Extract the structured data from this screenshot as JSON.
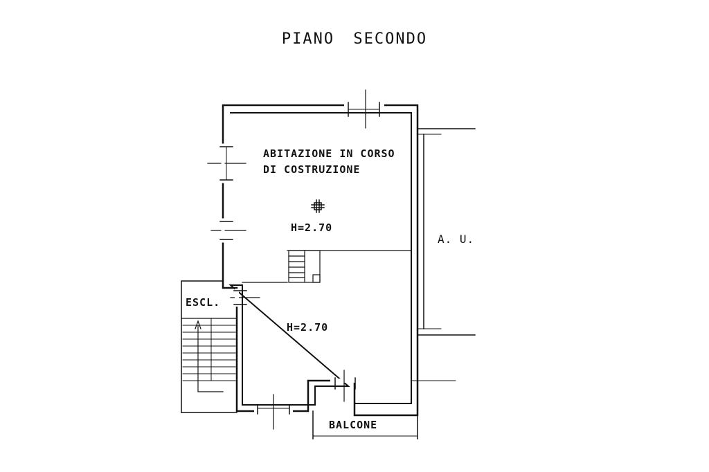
{
  "title": "PIANO  SECONDO",
  "rooms": {
    "main_line1": "ABITAZIONE IN CORSO",
    "main_line2": "DI COSTRUZIONE",
    "upper_height": "H=2.70",
    "lower_height": "H=2.70",
    "adjacent_unit": "A. U.",
    "stair": "ESCL.",
    "balcony": "BALCONE"
  },
  "colors": {
    "ink": "#111111",
    "paper": "#ffffff"
  }
}
